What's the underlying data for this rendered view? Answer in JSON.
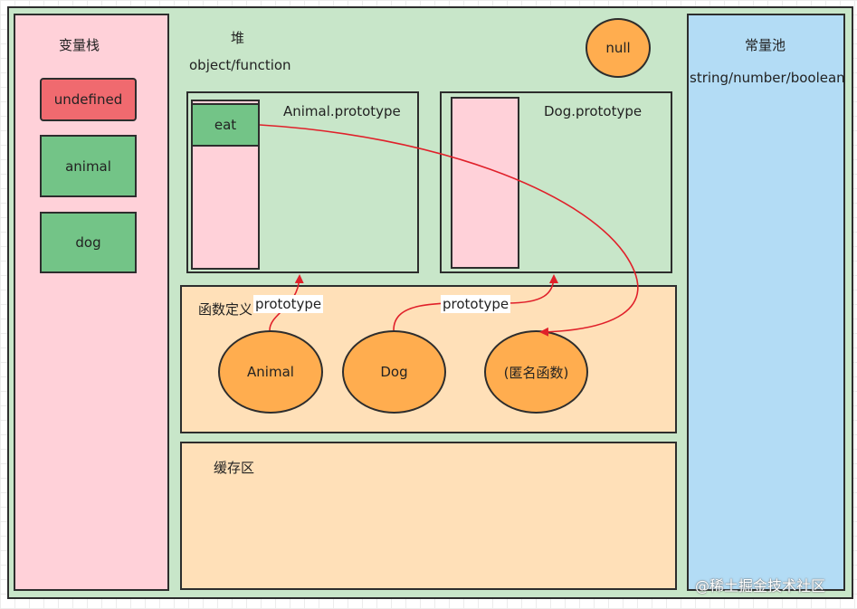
{
  "colors": {
    "outer_bg": "#c8e6c9",
    "stack_bg": "#ffd1d9",
    "heap_bg": "#c8e6c9",
    "const_pool_bg": "#b3dcf5",
    "func_def_bg": "#ffe0b8",
    "cache_bg": "#ffe0b8",
    "green_block": "#73c487",
    "red_block": "#f06a6f",
    "ellipse_fill": "#ffad4f",
    "arrow": "#e0202a"
  },
  "stack": {
    "title": "变量栈",
    "items": [
      "undefined",
      "animal",
      "dog"
    ]
  },
  "heap": {
    "title": "堆",
    "subtitle": "object/function",
    "null_label": "null",
    "animal_proto": {
      "title": "Animal.prototype",
      "method": "eat"
    },
    "dog_proto": {
      "title": "Dog.prototype"
    }
  },
  "const_pool": {
    "title": "常量池",
    "subtitle": "string/number/boolean"
  },
  "func_def": {
    "title": "函数定义",
    "functions": [
      "Animal",
      "Dog",
      "(匿名函数)"
    ],
    "arrow_label_1": "prototype",
    "arrow_label_2": "prototype"
  },
  "cache": {
    "title": "缓存区"
  },
  "watermark": "@稀土掘金技术社区"
}
